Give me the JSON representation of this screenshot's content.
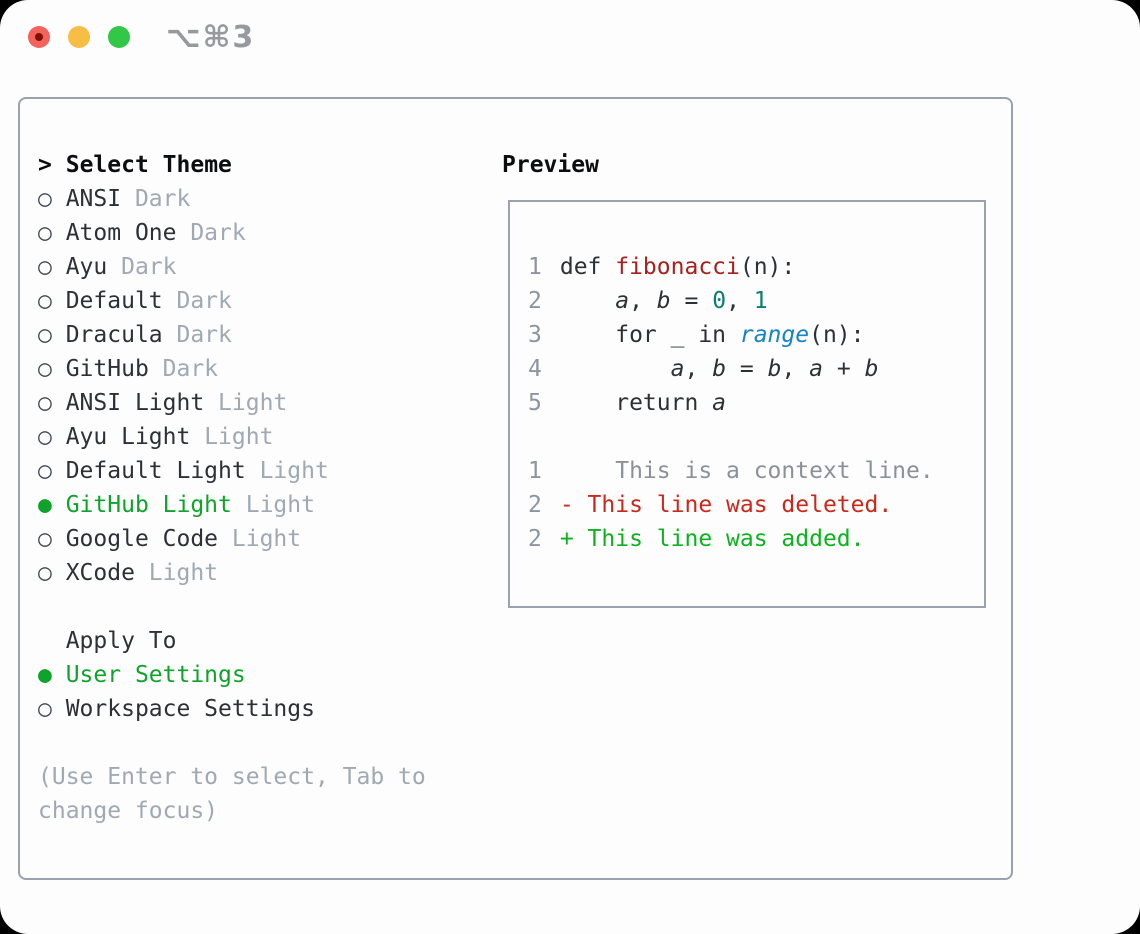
{
  "window": {
    "title": "⌥⌘3"
  },
  "traffic_lights": {
    "close": "close",
    "minimize": "minimize",
    "zoom": "zoom"
  },
  "theme_picker": {
    "header_prefix": ">",
    "header": "Select Theme",
    "items": [
      {
        "name": "ANSI",
        "badge": "Dark",
        "selected": false
      },
      {
        "name": "Atom One",
        "badge": "Dark",
        "selected": false
      },
      {
        "name": "Ayu",
        "badge": "Dark",
        "selected": false
      },
      {
        "name": "Default",
        "badge": "Dark",
        "selected": false
      },
      {
        "name": "Dracula",
        "badge": "Dark",
        "selected": false
      },
      {
        "name": "GitHub",
        "badge": "Dark",
        "selected": false
      },
      {
        "name": "ANSI Light",
        "badge": "Light",
        "selected": false
      },
      {
        "name": "Ayu Light",
        "badge": "Light",
        "selected": false
      },
      {
        "name": "Default Light",
        "badge": "Light",
        "selected": false
      },
      {
        "name": "GitHub Light",
        "badge": "Light",
        "selected": true
      },
      {
        "name": "Google Code",
        "badge": "Light",
        "selected": false
      },
      {
        "name": "XCode",
        "badge": "Light",
        "selected": false
      }
    ],
    "apply_to": {
      "header": "Apply To",
      "options": [
        {
          "label": "User Settings",
          "selected": true
        },
        {
          "label": "Workspace Settings",
          "selected": false
        }
      ]
    },
    "hint_lines": [
      "(Use Enter to select, Tab to",
      "change focus)"
    ]
  },
  "preview": {
    "header": "Preview",
    "lines": [
      {
        "num": "1",
        "segments": [
          {
            "t": "def ",
            "c": "plain"
          },
          {
            "t": "fibonacci",
            "c": "title"
          },
          {
            "t": "(n):",
            "c": "plain"
          }
        ]
      },
      {
        "num": "2",
        "segments": [
          {
            "t": "    ",
            "c": "plain"
          },
          {
            "t": "a",
            "c": "var"
          },
          {
            "t": ", ",
            "c": "plain"
          },
          {
            "t": "b",
            "c": "var"
          },
          {
            "t": " = ",
            "c": "plain"
          },
          {
            "t": "0",
            "c": "num"
          },
          {
            "t": ", ",
            "c": "plain"
          },
          {
            "t": "1",
            "c": "num"
          }
        ]
      },
      {
        "num": "3",
        "segments": [
          {
            "t": "    for _ in ",
            "c": "plain"
          },
          {
            "t": "range",
            "c": "builtin"
          },
          {
            "t": "(n):",
            "c": "plain"
          }
        ]
      },
      {
        "num": "4",
        "segments": [
          {
            "t": "        ",
            "c": "plain"
          },
          {
            "t": "a",
            "c": "var"
          },
          {
            "t": ", ",
            "c": "plain"
          },
          {
            "t": "b",
            "c": "var"
          },
          {
            "t": " = ",
            "c": "plain"
          },
          {
            "t": "b",
            "c": "var"
          },
          {
            "t": ", ",
            "c": "plain"
          },
          {
            "t": "a",
            "c": "var"
          },
          {
            "t": " + ",
            "c": "plain"
          },
          {
            "t": "b",
            "c": "var"
          }
        ]
      },
      {
        "num": "5",
        "segments": [
          {
            "t": "    return ",
            "c": "plain"
          },
          {
            "t": "a",
            "c": "var"
          }
        ]
      },
      {
        "num": "",
        "segments": []
      },
      {
        "num": "1",
        "segments": [
          {
            "t": "    This is a context line.",
            "c": "context"
          }
        ]
      },
      {
        "num": "2",
        "segments": [
          {
            "t": "- This line was deleted.",
            "c": "deleted"
          }
        ]
      },
      {
        "num": "2",
        "segments": [
          {
            "t": "+ This line was added.",
            "c": "added"
          }
        ]
      }
    ]
  },
  "colors": {
    "accent_green": "#0fa32c",
    "deleted_red": "#c9291c",
    "added_green": "#0db31e",
    "title_red": "#a3221d",
    "builtin_blue": "#1583c4",
    "number_teal": "#0b7d72",
    "badge": "#9fa9b4",
    "border": "#99a2ad",
    "text": "#2b3137",
    "lineno": "#8b95a0",
    "titlebar_text": "#96999d",
    "tl_red": "#f4635b",
    "tl_yellow": "#f8bd45",
    "tl_green": "#33c748"
  }
}
